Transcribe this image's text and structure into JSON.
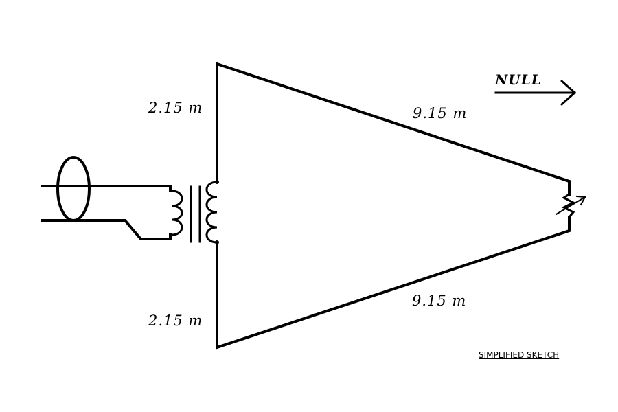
{
  "labels": {
    "left_top": "2.15 m",
    "left_bottom": "2.15 m",
    "top_slant": "9.15 m",
    "bottom_slant": "9.15 m",
    "direction": "NULL",
    "caption": "SIMPLIFIED SKETCH"
  },
  "colors": {
    "line": "#000000",
    "background": "#ffffff"
  }
}
